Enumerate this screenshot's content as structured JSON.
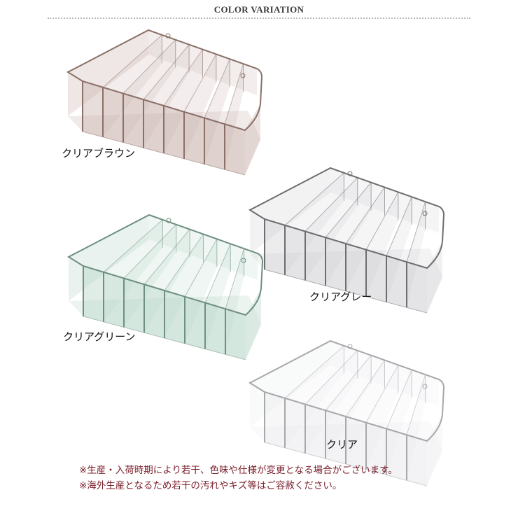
{
  "header": {
    "title": "COLOR VARIATION"
  },
  "products": [
    {
      "label": "クリアブラウン",
      "color_name": "clear-brown",
      "tint": "#c9b3ad",
      "edge": "#8a7068",
      "fill_opacity": 0.45
    },
    {
      "label": "クリアグレー",
      "color_name": "clear-gray",
      "tint": "#c8c8cc",
      "edge": "#6e6e72",
      "fill_opacity": 0.35
    },
    {
      "label": "クリアグリーン",
      "color_name": "clear-green",
      "tint": "#b9d6c8",
      "edge": "#6f8f80",
      "fill_opacity": 0.45
    },
    {
      "label": "クリア",
      "color_name": "clear",
      "tint": "#e4e6e8",
      "edge": "#a6a8ac",
      "fill_opacity": 0.3
    }
  ],
  "notes": {
    "color": "#7a1f2b",
    "items": [
      "※生産・入荷時期により若干、色味や仕様が変更となる場合がございます。",
      "※海外生産となるため若干の汚れやキズ等はご容赦ください。"
    ]
  }
}
